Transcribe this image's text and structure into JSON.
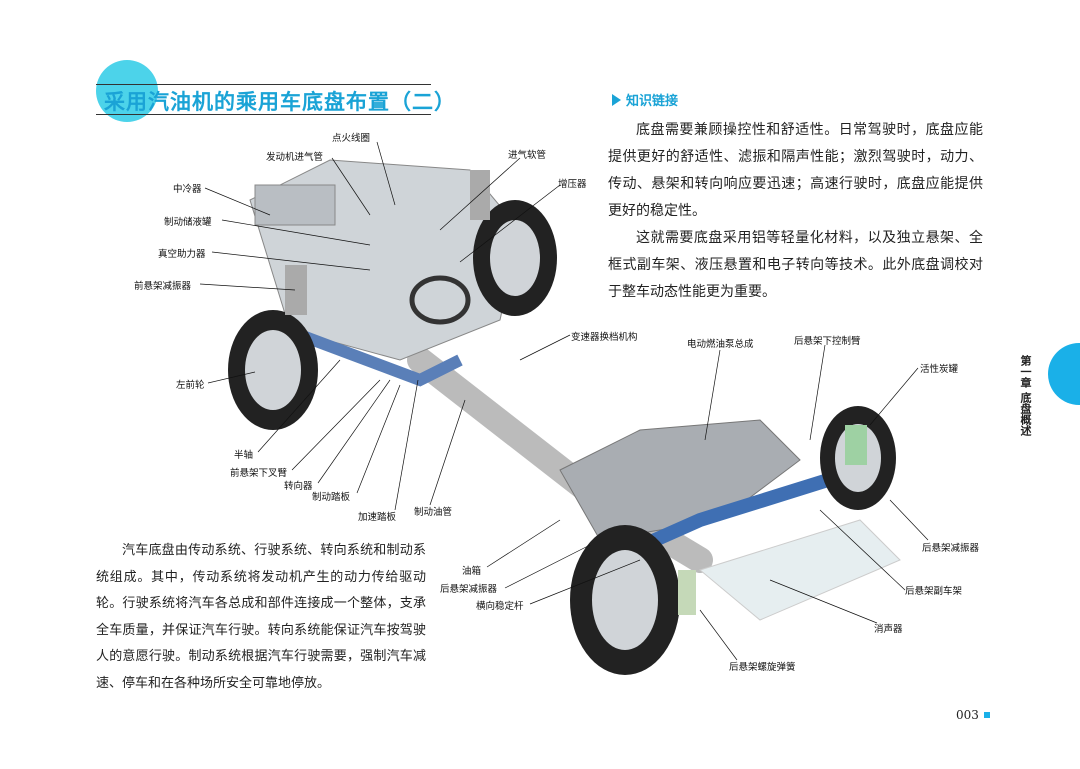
{
  "title": "采用汽油机的乘用车底盘布置（二）",
  "knowledge": {
    "heading": "知识链接",
    "paragraphs": [
      "底盘需要兼顾操控性和舒适性。日常驾驶时，底盘应能提供更好的舒适性、滤振和隔声性能；激烈驾驶时，动力、传动、悬架和转向响应要迅速；高速行驶时，底盘应能提供更好的稳定性。",
      "这就需要底盘采用铝等轻量化材料，以及独立悬架、全框式副车架、液压悬置和电子转向等技术。此外底盘调校对于整车动态性能更为重要。"
    ]
  },
  "body_text": "汽车底盘由传动系统、行驶系统、转向系统和制动系统组成。其中，传动系统将发动机产生的动力传给驱动轮。行驶系统将汽车各总成和部件连接成一个整体，支承全车质量，并保证汽车行驶。转向系统能保证汽车按驾驶人的意愿行驶。制动系统根据汽车行驶需要，强制汽车减速、停车和在各种场所安全可靠地停放。",
  "labels": {
    "ignition_coil": "点火线圈",
    "intake_manifold": "发动机进气管",
    "intake_hose": "进气软管",
    "turbo": "增压器",
    "intercooler": "中冷器",
    "brake_reservoir": "制动储液罐",
    "vacuum_booster": "真空助力器",
    "front_shock": "前悬架减振器",
    "front_left_wheel": "左前轮",
    "half_shaft": "半轴",
    "front_wishbone": "前悬架下叉臂",
    "steering_gear": "转向器",
    "brake_pedal": "制动踏板",
    "accel_pedal": "加速踏板",
    "brake_line": "制动油管",
    "shifter": "变速器换档机构",
    "fuel_pump": "电动燃油泵总成",
    "rear_lower_arm": "后悬架下控制臂",
    "canister": "活性炭罐",
    "rear_shock_r": "后悬架减振器",
    "fuel_tank": "油箱",
    "rear_shock_l": "后悬架减振器",
    "stabilizer": "横向稳定杆",
    "rear_subframe": "后悬架副车架",
    "muffler": "消声器",
    "rear_spring": "后悬架螺旋弹簧"
  },
  "chapter": {
    "num": "第一章",
    "name": "底盘概述"
  },
  "page_number": "003",
  "colors": {
    "accent": "#1aa3d6",
    "tab": "#1ab0e8"
  }
}
